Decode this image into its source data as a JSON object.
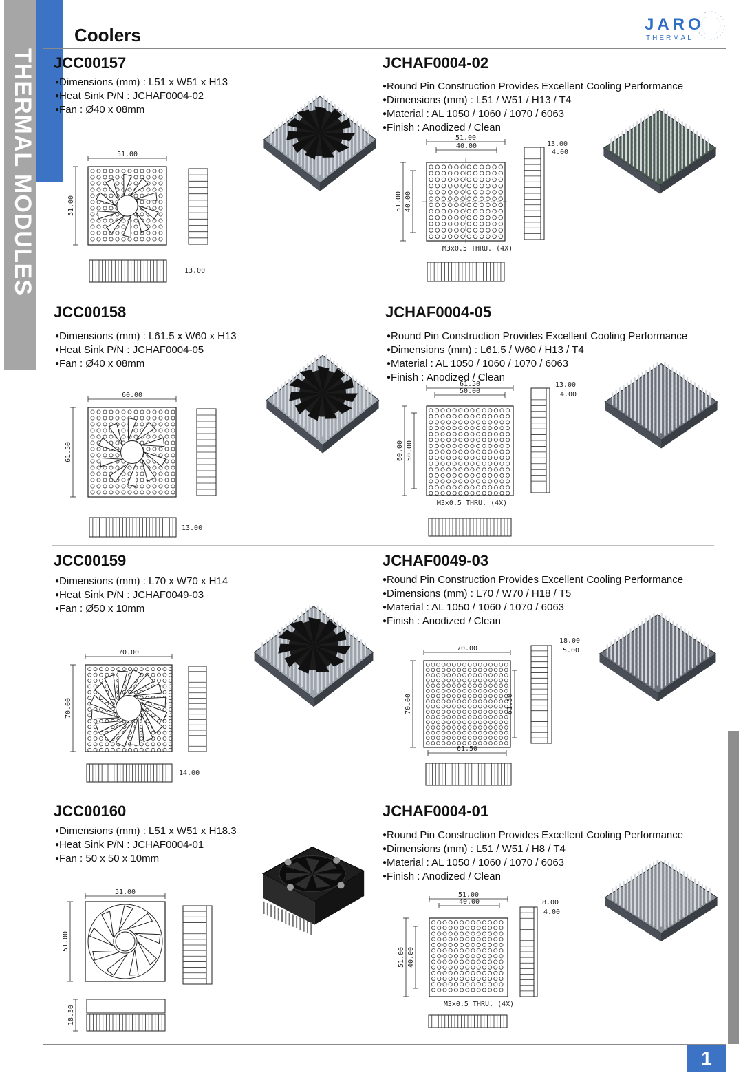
{
  "page": {
    "title": "Coolers",
    "side_label": "THERMAL MODULES",
    "page_number": "1"
  },
  "brand": {
    "name": "JARO",
    "sub": "THERMAL",
    "color": "#2e6ec4"
  },
  "sections": [
    {
      "cooler": {
        "id": "JCC00157",
        "specs": [
          "Dimensions (mm) : L51 x W51 x H13",
          "Heat Sink P/N : JCHAF0004-02",
          "Fan : Ø40 x 08mm"
        ],
        "dims": {
          "width": "51.00",
          "height": "51.00",
          "depth": "13.00"
        }
      },
      "heatsink": {
        "id": "JCHAF0004-02",
        "specs": [
          "Round Pin Construction Provides Excellent Cooling Performance",
          "Dimensions (mm) : L51 / W51 / H13 / T4",
          "Material : AL 1050 / 1060 / 1070 / 6063",
          "Finish : Anodized / Clean"
        ],
        "dims": {
          "outer": "51.00",
          "inner": "40.00",
          "v_outer": "51.00",
          "v_inner": "40.00",
          "h": "13.00",
          "t": "4.00",
          "note": "M3x0.5   THRU. (4X)"
        }
      }
    },
    {
      "cooler": {
        "id": "JCC00158",
        "specs": [
          "Dimensions (mm) : L61.5 x W60 x H13",
          "Heat Sink P/N : JCHAF0004-05",
          "Fan : Ø40 x 08mm"
        ],
        "dims": {
          "width": "60.00",
          "height": "61.50",
          "depth": "13.00"
        }
      },
      "heatsink": {
        "id": "JCHAF0004-05",
        "specs": [
          "Round Pin Construction Provides Excellent Cooling Performance",
          "Dimensions (mm) : L61.5 / W60 / H13 / T4",
          "Material : AL 1050 / 1060 / 1070 / 6063",
          "Finish : Anodized / Clean"
        ],
        "dims": {
          "outer": "61.50",
          "inner": "50.00",
          "v_outer": "60.00",
          "v_inner": "50.00",
          "h": "13.00",
          "t": "4.00",
          "note": "M3x0.5   THRU. (4X)"
        }
      }
    },
    {
      "cooler": {
        "id": "JCC00159",
        "specs": [
          "Dimensions (mm) : L70 x W70 x H14",
          "Heat Sink P/N : JCHAF0049-03",
          "Fan : Ø50 x 10mm"
        ],
        "dims": {
          "width": "70.00",
          "height": "70.00",
          "depth": "14.00"
        }
      },
      "heatsink": {
        "id": "JCHAF0049-03",
        "specs": [
          "Round Pin Construction Provides Excellent Cooling Performance",
          "Dimensions (mm) : L70 / W70 / H18 / T5",
          "Material : AL 1050 / 1060 / 1070 / 6063",
          "Finish : Anodized / Clean"
        ],
        "dims": {
          "outer": "70.00",
          "inner": "61.50",
          "v_outer": "70.00",
          "v_inner": "61.50",
          "h": "18.00",
          "t": "5.00",
          "note": ""
        }
      }
    },
    {
      "cooler": {
        "id": "JCC00160",
        "specs": [
          "Dimensions (mm) : L51 x W51 x H18.3",
          "Heat Sink P/N : JCHAF0004-01",
          "Fan : 50 x 50 x 10mm"
        ],
        "dims": {
          "width": "51.00",
          "height": "51.00",
          "depth": "18.30"
        }
      },
      "heatsink": {
        "id": "JCHAF0004-01",
        "specs": [
          "Round Pin Construction Provides Excellent Cooling Performance",
          "Dimensions (mm) : L51 / W51 / H8 / T4",
          "Material : AL 1050 / 1060 / 1070 / 6063",
          "Finish : Anodized / Clean"
        ],
        "dims": {
          "outer": "51.00",
          "inner": "40.00",
          "v_outer": "51.00",
          "v_inner": "40.00",
          "h": "8.00",
          "t": "4.00",
          "note": "M3x0.5   THRU. (4X)"
        }
      }
    }
  ],
  "colors": {
    "accent_blue": "#3c73c4",
    "side_gray": "#a6a6a6",
    "heatsink_green": "#4e5e55",
    "heatsink_gray": "#6b7079",
    "heatsink_silver": "#8a8f96"
  }
}
